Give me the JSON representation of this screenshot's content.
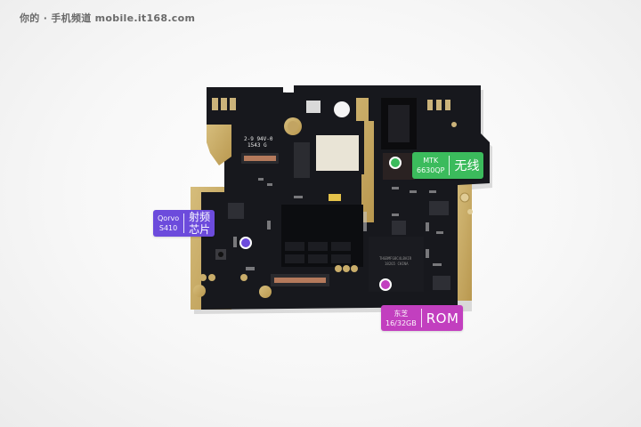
{
  "watermark": "你的 · 手机频道 mobile.it168.com",
  "photo": {
    "subject": "smartphone-motherboard",
    "board_markings": [
      "2-9 94V-0",
      "1543 G"
    ],
    "colors": {
      "background": "#f5f5f5",
      "pcb": "#16171c",
      "gold": "#c9ad6a",
      "shield": "#0e0f12",
      "connector": "#b57a5c"
    }
  },
  "labels": [
    {
      "id": "qorvo",
      "vendor": "Qorvo",
      "part": "S410",
      "category_line1": "射频",
      "category_line2": "芯片",
      "color": "#6c4bdc",
      "marker_color": "#6c4bdc"
    },
    {
      "id": "mtk",
      "vendor": "MTK",
      "part": "6630QP",
      "category": "无线",
      "color": "#3bbb5c",
      "marker_color": "#3bbb5c"
    },
    {
      "id": "rom",
      "vendor": "东芝",
      "part": "16/32GB",
      "category": "ROM",
      "color": "#c23fbf",
      "marker_color": "#c23fbf"
    }
  ]
}
